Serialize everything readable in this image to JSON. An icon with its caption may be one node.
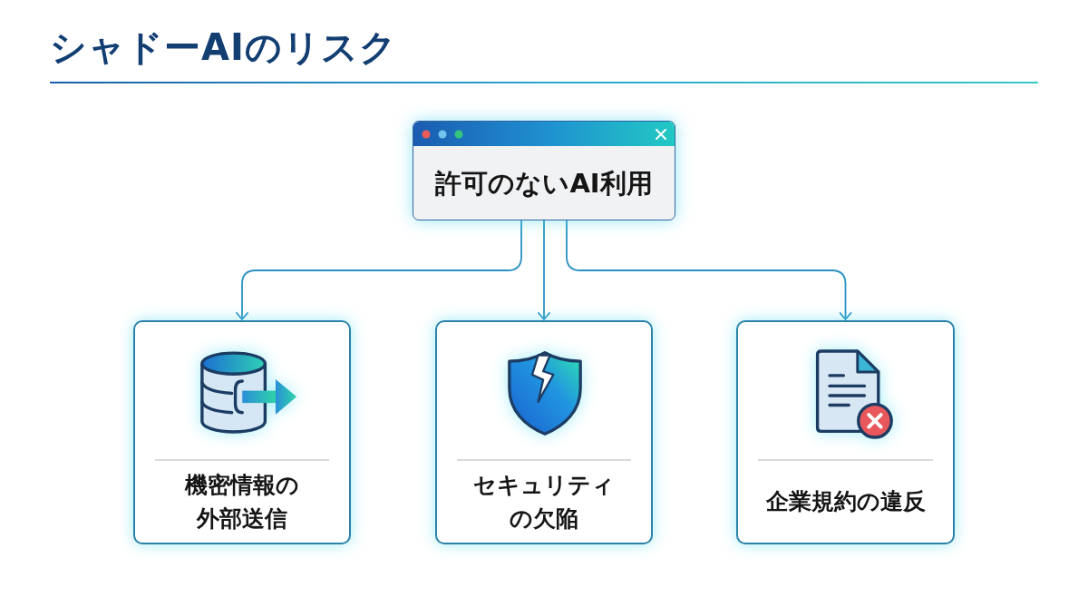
{
  "diagram": {
    "title": "シャドーAIのリスク",
    "nodes": [
      {
        "text": [
          "許可のないAI利用"
        ]
      },
      {
        "text": [
          "機密情報の外部送信"
        ]
      },
      {
        "text": [
          "セキュリティの欠陥"
        ]
      },
      {
        "text": [
          "企業規約の違反"
        ]
      }
    ],
    "edges": [
      {
        "from": 0,
        "to": 1,
        "arrow": "to"
      },
      {
        "from": 0,
        "to": 2,
        "arrow": "to"
      },
      {
        "from": 0,
        "to": 3,
        "arrow": "to"
      }
    ]
  }
}
